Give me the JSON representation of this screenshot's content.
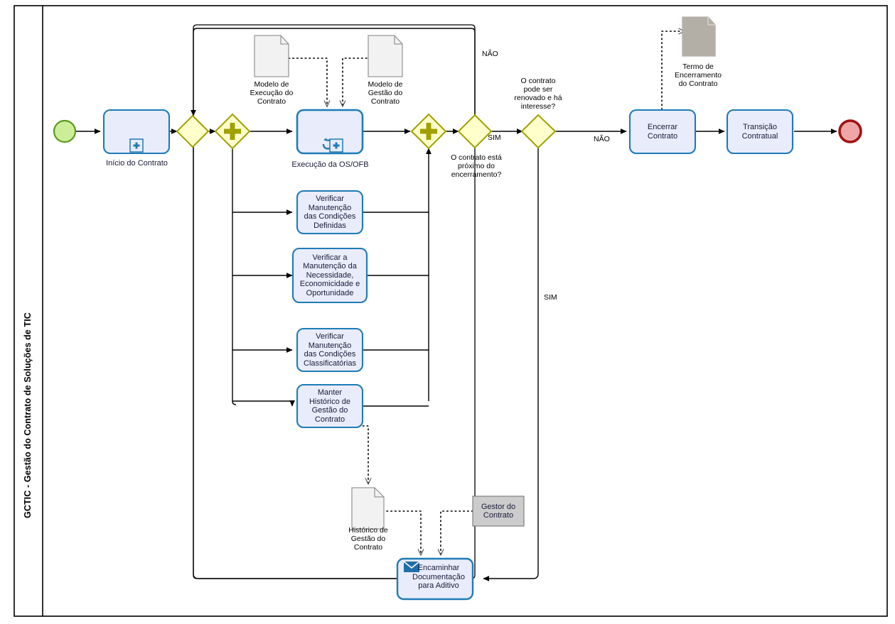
{
  "diagram": {
    "type": "BPMN process diagram",
    "pool": {
      "lane_title": "GCTIC - Gestão do Contrato de Soluções de TIC"
    }
  },
  "events": {
    "start": {
      "name": "start-event",
      "label": "",
      "fill": "#CCEE99",
      "stroke": "#5B9A1E"
    },
    "end": {
      "name": "end-event",
      "label": "",
      "fill": "#EFA6A6",
      "stroke": "#A01212"
    }
  },
  "tasks": [
    {
      "id": "inicio",
      "label": "Início do Contrato",
      "marker": "subprocess-plus",
      "label_position": "below"
    },
    {
      "id": "execucao",
      "label": "Execução da OS/OFB",
      "marker": "loop-subprocess-plus",
      "label_position": "below"
    },
    {
      "id": "verificar1",
      "label": "Verificar\nManutenção\ndas Condições\nDefinidas",
      "marker": "none",
      "label_position": "inside"
    },
    {
      "id": "verificar2",
      "label": "Verificar a\nManutenção da\nNecessidade,\nEconomicidade e\nOportunidade",
      "marker": "none",
      "label_position": "inside"
    },
    {
      "id": "verificar3",
      "label": "Verificar\nManutenção\ndas Condições\nClassificatórias",
      "marker": "none",
      "label_position": "inside"
    },
    {
      "id": "manter",
      "label": "Manter\nHistórico de\nGestão do\nContrato",
      "marker": "none",
      "label_position": "inside"
    },
    {
      "id": "encaminhar",
      "label": "Encaminhar\nDocumentação\npara Aditivo",
      "marker": "send-envelope",
      "label_position": "inside"
    },
    {
      "id": "encerrar",
      "label": "Encerrar\nContrato",
      "marker": "none",
      "label_position": "inside"
    },
    {
      "id": "transicao",
      "label": "Transição\nContratual",
      "marker": "none",
      "label_position": "inside"
    }
  ],
  "gateways": [
    {
      "id": "gw-merge-exclusive",
      "kind": "exclusive",
      "label": ""
    },
    {
      "id": "gw-parallel-split",
      "kind": "parallel",
      "label": ""
    },
    {
      "id": "gw-parallel-join",
      "kind": "parallel",
      "label": ""
    },
    {
      "id": "gw-encerramento",
      "kind": "exclusive",
      "label": "O contrato está\npróximo do\nencerramento?"
    },
    {
      "id": "gw-renovacao",
      "kind": "exclusive",
      "label": "O contrato\npode ser\nrenovado e há\ninteresse?"
    }
  ],
  "data_objects": [
    {
      "id": "modelo-execucao",
      "label": "Modelo de\nExecução do\nContrato",
      "fill": "#F2F2F2"
    },
    {
      "id": "modelo-gestao",
      "label": "Modelo de\nGestão do\nContrato",
      "fill": "#F2F2F2"
    },
    {
      "id": "termo-encerramento",
      "label": "Termo de\nEncerramento\ndo Contrato",
      "fill": "#B3AFA6"
    },
    {
      "id": "historico-gestao",
      "label": "Histórico de\nGestão do\nContrato",
      "fill": "#F2F2F2"
    }
  ],
  "annotations": [
    {
      "id": "gestor-contrato",
      "label": "Gestor do\nContrato",
      "fill": "#CCCCCC"
    }
  ],
  "flow_labels": [
    {
      "id": "nao-topo",
      "text": "NÃO"
    },
    {
      "id": "sim-encerramento",
      "text": "SIM"
    },
    {
      "id": "nao-renovacao",
      "text": "NÃO"
    },
    {
      "id": "sim-renovacao",
      "text": "SIM"
    }
  ],
  "colors": {
    "task_fill": "#E9ECFA",
    "task_stroke": "#1F7BB6",
    "gateway_fill": "#FFFFCC",
    "gateway_stroke": "#A0A000",
    "gateway_symbol": "#A0A000",
    "flow_line": "#000000",
    "pool_border": "#000000",
    "doc_stroke": "#999999",
    "envelope": "#1F6FA8"
  }
}
